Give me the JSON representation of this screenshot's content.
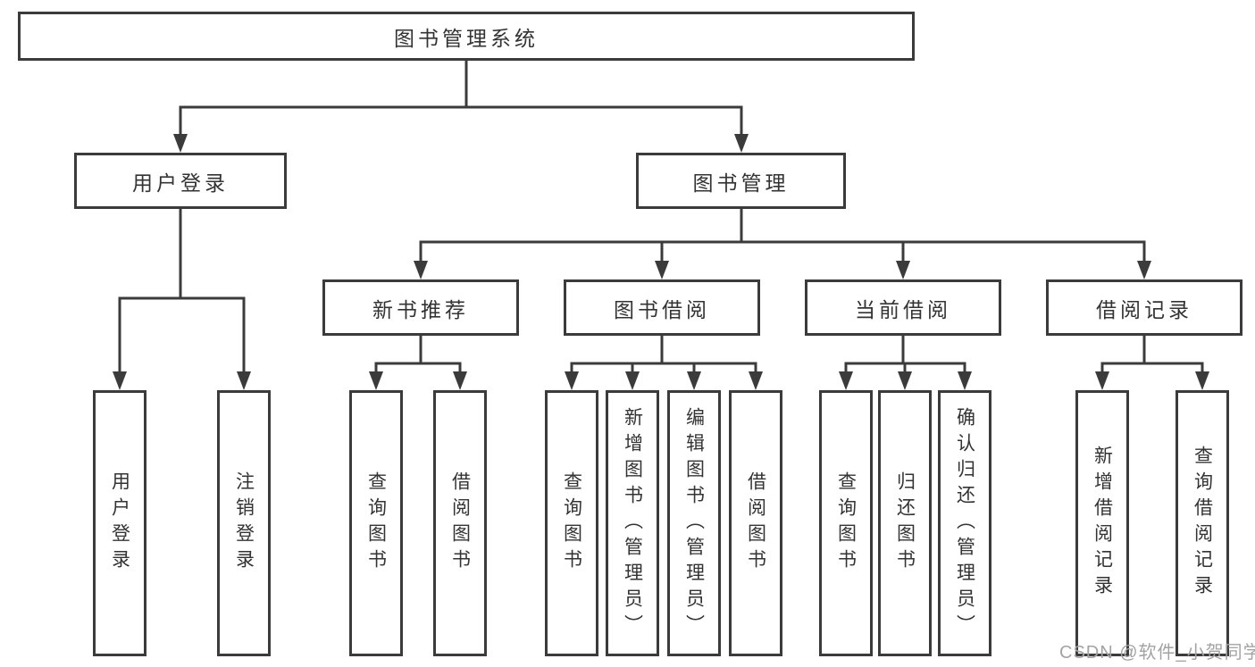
{
  "diagram": {
    "root": {
      "label": "图书管理系统"
    },
    "level2": [
      {
        "label": "用户登录"
      },
      {
        "label": "图书管理"
      }
    ],
    "level3": [
      {
        "label": "新书推荐",
        "parent": "图书管理"
      },
      {
        "label": "图书借阅",
        "parent": "图书管理"
      },
      {
        "label": "当前借阅",
        "parent": "图书管理"
      },
      {
        "label": "借阅记录",
        "parent": "图书管理"
      }
    ],
    "leaves": [
      {
        "label": "用户登录",
        "parent": "用户登录"
      },
      {
        "label": "注销登录",
        "parent": "用户登录"
      },
      {
        "label": "查询图书",
        "parent": "新书推荐"
      },
      {
        "label": "借阅图书",
        "parent": "新书推荐"
      },
      {
        "label": "查询图书",
        "parent": "图书借阅"
      },
      {
        "label": "新增图书（管理员）",
        "parent": "图书借阅"
      },
      {
        "label": "编辑图书（管理员）",
        "parent": "图书借阅"
      },
      {
        "label": "借阅图书",
        "parent": "图书借阅"
      },
      {
        "label": "查询图书",
        "parent": "当前借阅"
      },
      {
        "label": "归还图书",
        "parent": "当前借阅"
      },
      {
        "label": "确认归还（管理员）",
        "parent": "当前借阅"
      },
      {
        "label": "新增借阅记录",
        "parent": "借阅记录"
      },
      {
        "label": "查询借阅记录",
        "parent": "借阅记录"
      }
    ],
    "colors": {
      "line": "#3b3b3b",
      "text": "#333333",
      "background": "#ffffff",
      "watermark": "#a3a3a3"
    }
  },
  "watermark": {
    "text": "CSDN @软件_小贺同学"
  }
}
